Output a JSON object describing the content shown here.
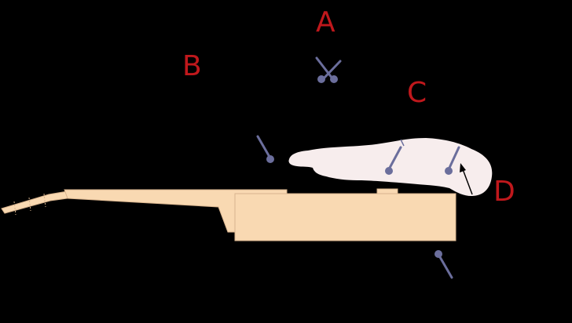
{
  "labels": {
    "a": "A",
    "b": "B",
    "c": "C",
    "d": "D"
  },
  "colors": {
    "background": "#000000",
    "label": "#c0181c",
    "guitar_wood": "#f9d9b2",
    "guitar_outline": "#d8b48e",
    "hand": "#f7eded",
    "pin": "#6b6e9c",
    "arrow": "#000000"
  }
}
